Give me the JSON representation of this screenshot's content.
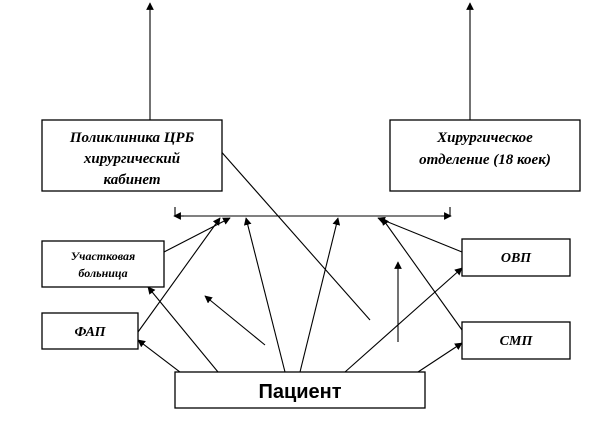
{
  "boxes": {
    "polyclinic": {
      "line1": "Поликлиника ЦРБ",
      "line2": "хирургический",
      "line3": "кабинет"
    },
    "surgery": {
      "line1": "Хирургическое",
      "line2": "отделение (18 коек)"
    },
    "district_hospital": {
      "line1": "Участковая",
      "line2": "больница"
    },
    "fap": {
      "label": "ФАП"
    },
    "ovp": {
      "label": "ОВП"
    },
    "smp": {
      "label": "СМП"
    },
    "patient": {
      "label": "Пациент"
    }
  },
  "colors": {
    "stroke": "#000000",
    "background": "#ffffff"
  }
}
